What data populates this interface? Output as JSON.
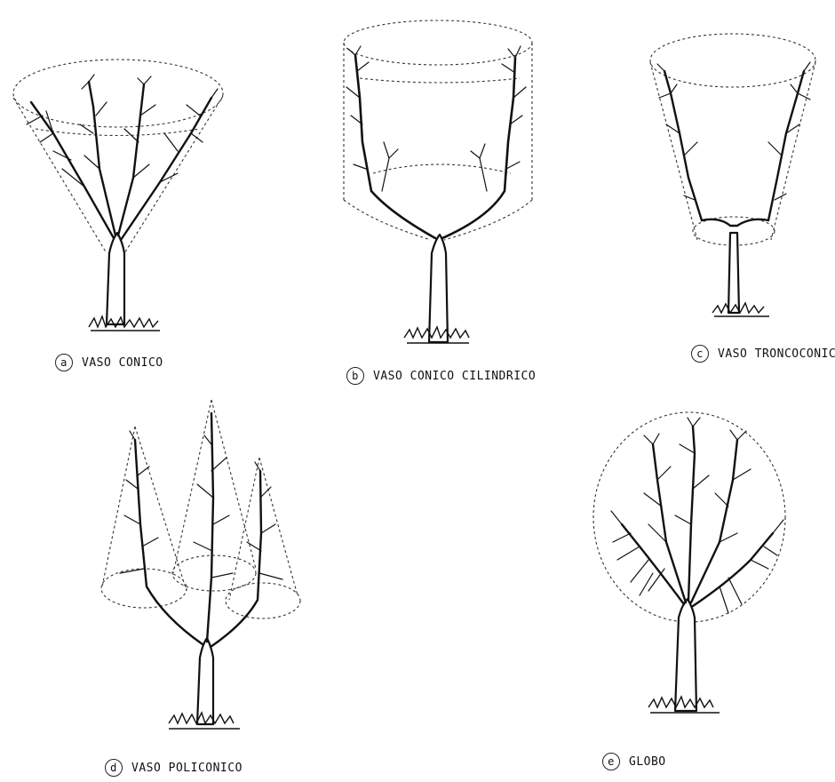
{
  "figures": [
    {
      "letter": "a",
      "label": "VASO CONICO"
    },
    {
      "letter": "b",
      "label": "VASO CONICO CILINDRICO"
    },
    {
      "letter": "c",
      "label": "VASO TRONCOCONICO"
    },
    {
      "letter": "d",
      "label": "VASO POLICONICO"
    },
    {
      "letter": "e",
      "label": "GLOBO"
    }
  ]
}
